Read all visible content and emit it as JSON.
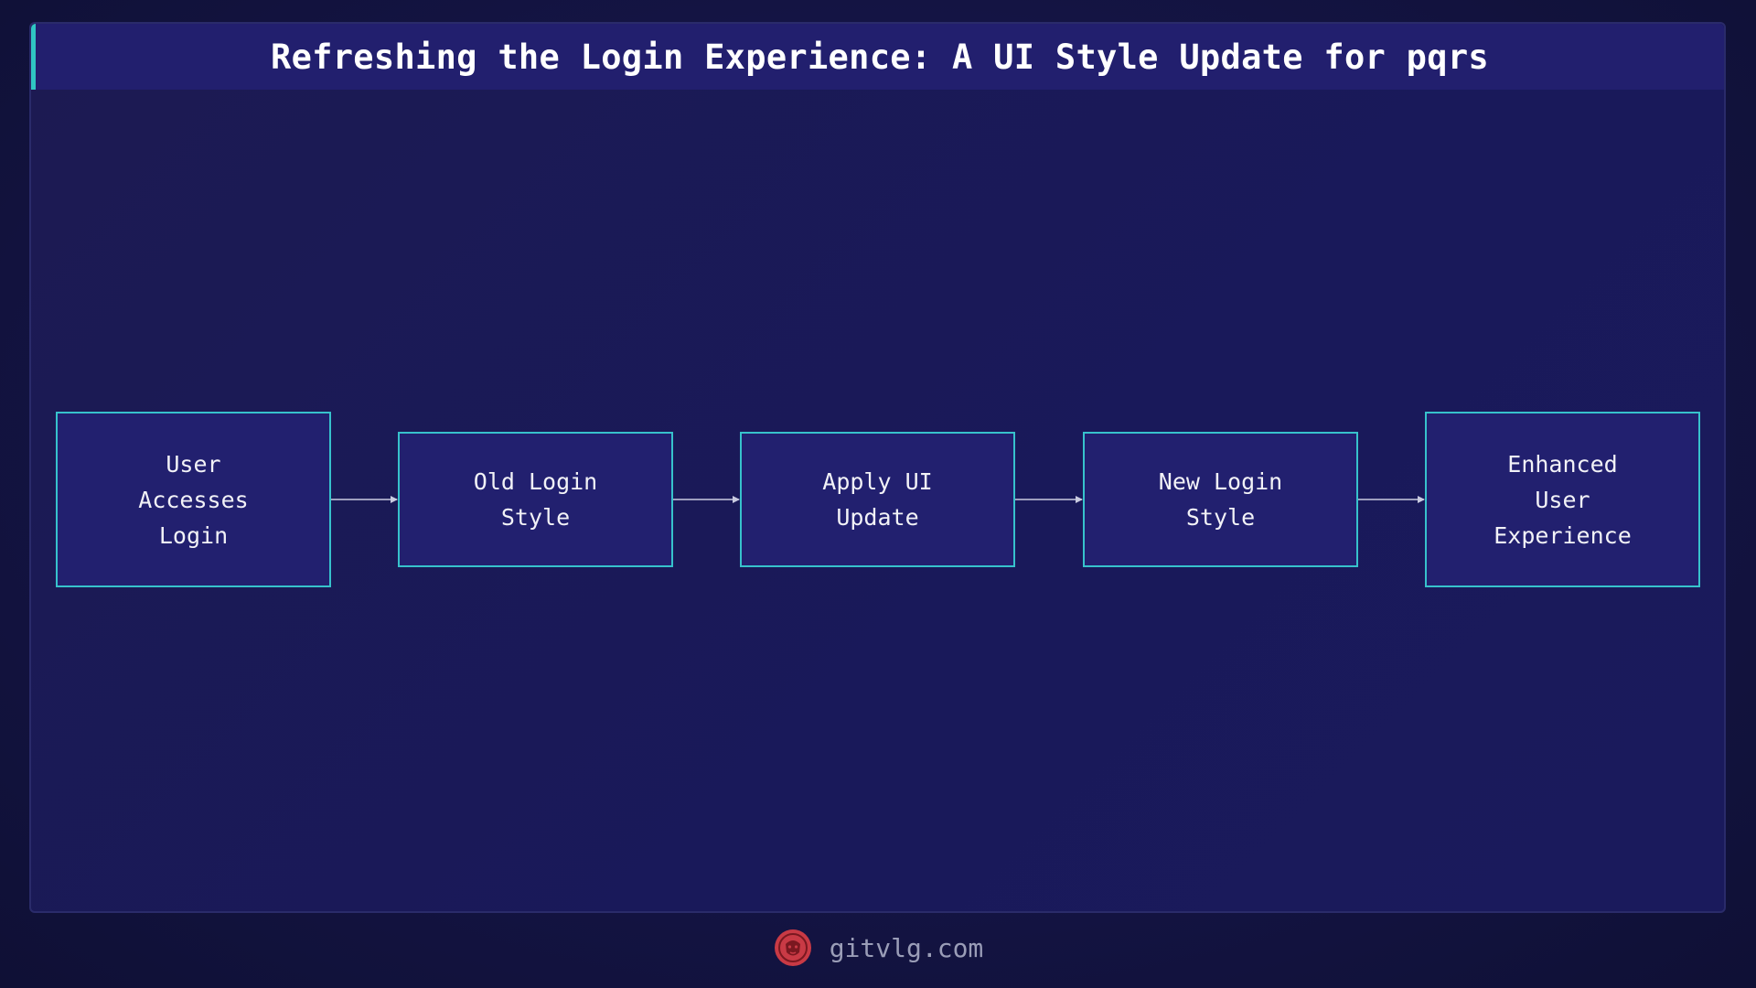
{
  "title": "Refreshing the Login Experience: A UI Style Update for pqrs",
  "nodes": [
    {
      "label": "User\nAccesses\nLogin"
    },
    {
      "label": "Old Login\nStyle"
    },
    {
      "label": "Apply UI\nUpdate"
    },
    {
      "label": "New Login\nStyle"
    },
    {
      "label": "Enhanced\nUser\nExperience"
    }
  ],
  "edges": [
    {
      "from": 0,
      "to": 1
    },
    {
      "from": 1,
      "to": 2
    },
    {
      "from": 2,
      "to": 3
    },
    {
      "from": 3,
      "to": 4
    }
  ],
  "footer": {
    "site": "gitvlg.com",
    "logo_icon": "lion-icon"
  },
  "colors": {
    "background": "#11123a",
    "panel": "#1c1a52",
    "title_bar": "#221f6e",
    "accent": "#2fc6c3",
    "node_fill": "#22206f",
    "node_border": "#37c2cc",
    "arrow": "#c9cbe0",
    "logo": "#c93a45"
  }
}
